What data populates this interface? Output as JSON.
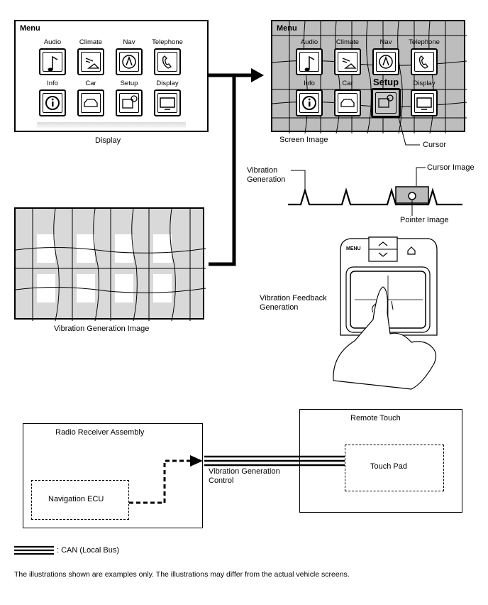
{
  "display_panel": {
    "menu_title": "Menu",
    "items_row1": [
      "Audio",
      "Climate",
      "Nav",
      "Telephone"
    ],
    "items_row2": [
      "Info",
      "Car",
      "Setup",
      "Display"
    ],
    "caption": "Display"
  },
  "screen_panel": {
    "menu_title": "Menu",
    "items_row1": [
      "Audio",
      "Climate",
      "Nav",
      "Telephone"
    ],
    "items_row2": [
      "Info",
      "Car",
      "Setup",
      "Display"
    ],
    "caption": "Screen Image",
    "cursor_label": "Cursor"
  },
  "vibration_wave": {
    "generation_label": "Vibration Generation",
    "cursor_image_label": "Cursor Image",
    "pointer_image_label": "Pointer Image"
  },
  "vibration_image_panel": {
    "caption": "Vibration Generation Image"
  },
  "remote_touch_device": {
    "menu_button": "MENU",
    "feedback_label": "Vibration Feedback Generation"
  },
  "system_diagram": {
    "radio_receiver_label": "Radio Receiver Assembly",
    "navigation_ecu_label": "Navigation ECU",
    "signal_label": "Vibration Generation Control",
    "remote_touch_label": "Remote Touch",
    "touch_pad_label": "Touch Pad"
  },
  "legend": {
    "can_label": ": CAN (Local Bus)"
  },
  "footnote": "The illustrations shown are examples only. The illustrations may differ from the actual vehicle screens."
}
